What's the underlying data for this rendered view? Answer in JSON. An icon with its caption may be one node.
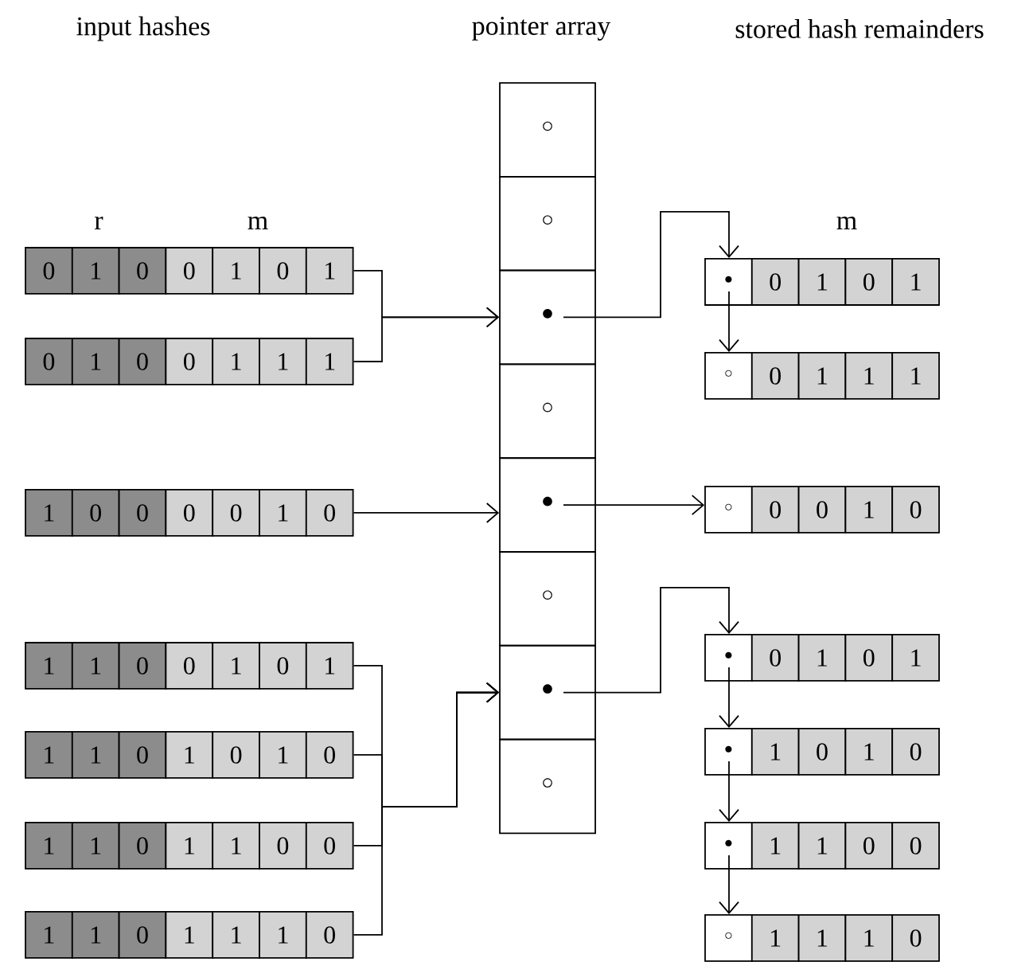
{
  "diagram": {
    "nodes": [
      {
        "text": [
          "0",
          "1",
          "0",
          "0",
          "1",
          "0",
          "1"
        ]
      },
      {
        "text": [
          "0",
          "1",
          "0",
          "0",
          "1",
          "1",
          "1"
        ]
      },
      {
        "text": [
          "1",
          "0",
          "0",
          "0",
          "0",
          "1",
          "0"
        ]
      },
      {
        "text": [
          "1",
          "1",
          "0",
          "0",
          "1",
          "0",
          "1"
        ]
      },
      {
        "text": [
          "1",
          "1",
          "0",
          "1",
          "0",
          "1",
          "0"
        ]
      },
      {
        "text": [
          "1",
          "1",
          "0",
          "1",
          "1",
          "0",
          "0"
        ]
      },
      {
        "text": [
          "1",
          "1",
          "0",
          "1",
          "1",
          "1",
          "0"
        ]
      },
      {
        "text": [
          "◦"
        ]
      },
      {
        "text": [
          "◦"
        ]
      },
      {
        "text": [
          "•"
        ]
      },
      {
        "text": [
          "◦"
        ]
      },
      {
        "text": [
          "•"
        ]
      },
      {
        "text": [
          "◦"
        ]
      },
      {
        "text": [
          "•"
        ]
      },
      {
        "text": [
          "◦"
        ]
      },
      {
        "text": [
          "•",
          "0",
          "1",
          "0",
          "1"
        ]
      },
      {
        "text": [
          "◦",
          "0",
          "1",
          "1",
          "1"
        ]
      },
      {
        "text": [
          "◦",
          "0",
          "0",
          "1",
          "0"
        ]
      },
      {
        "text": [
          "•",
          "0",
          "1",
          "0",
          "1"
        ]
      },
      {
        "text": [
          "•",
          "1",
          "0",
          "1",
          "0"
        ]
      },
      {
        "text": [
          "•",
          "1",
          "1",
          "0",
          "0"
        ]
      },
      {
        "text": [
          "◦",
          "1",
          "1",
          "1",
          "0"
        ]
      }
    ],
    "edges": [
      {
        "from": 0,
        "to": 9,
        "arrow": "to"
      },
      {
        "from": 1,
        "to": 9,
        "arrow": "to"
      },
      {
        "from": 2,
        "to": 11,
        "arrow": "to"
      },
      {
        "from": 3,
        "to": 13,
        "arrow": "to"
      },
      {
        "from": 4,
        "to": 13,
        "arrow": "to"
      },
      {
        "from": 5,
        "to": 13,
        "arrow": "to"
      },
      {
        "from": 6,
        "to": 13,
        "arrow": "to"
      },
      {
        "from": 9,
        "to": 15,
        "arrow": "to"
      },
      {
        "from": 15,
        "to": 16,
        "arrow": "to"
      },
      {
        "from": 11,
        "to": 17,
        "arrow": "to"
      },
      {
        "from": 13,
        "to": 18,
        "arrow": "to"
      },
      {
        "from": 18,
        "to": 19,
        "arrow": "to"
      },
      {
        "from": 19,
        "to": 20,
        "arrow": "to"
      },
      {
        "from": 20,
        "to": 21,
        "arrow": "to"
      }
    ],
    "labels": [
      "input hashes",
      "pointer array",
      "stored hash remainders",
      "r",
      "m",
      "m"
    ]
  }
}
